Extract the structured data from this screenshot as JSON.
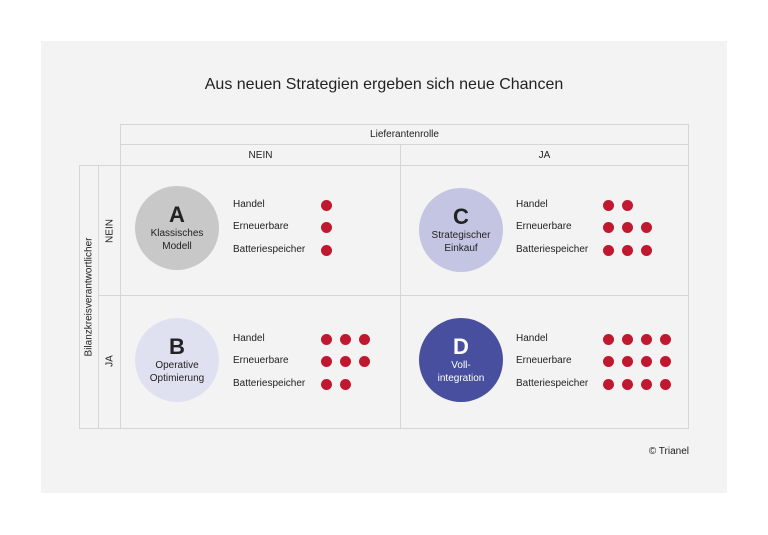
{
  "title": "Aus neuen Strategien ergeben sich neue Chancen",
  "column_header": "Lieferantenrolle",
  "column_values": [
    "NEIN",
    "JA"
  ],
  "row_header": "Bilanzkreisverantwortlicher",
  "row_values": [
    "NEIN",
    "JA"
  ],
  "criteria": [
    "Handel",
    "Erneuerbare",
    "Batteriespeicher"
  ],
  "colors": {
    "dot": "#c0182f"
  },
  "quadrants": [
    {
      "letter": "A",
      "name1": "Klassisches",
      "name2": "Modell",
      "color": "#c8c8c8",
      "text": "#222222",
      "dots": [
        1,
        1,
        1
      ]
    },
    {
      "letter": "C",
      "name1": "Strategischer",
      "name2": "Einkauf",
      "color": "#c3c5e2",
      "text": "#222222",
      "dots": [
        2,
        3,
        3
      ]
    },
    {
      "letter": "B",
      "name1": "Operative",
      "name2": "Optimierung",
      "color": "#dfe1f0",
      "text": "#222222",
      "dots": [
        3,
        3,
        2
      ]
    },
    {
      "letter": "D",
      "name1": "Voll-",
      "name2": "integration",
      "color": "#474f9e",
      "text": "#ffffff",
      "dots": [
        4,
        4,
        4
      ]
    }
  ],
  "copyright": "© Trianel"
}
